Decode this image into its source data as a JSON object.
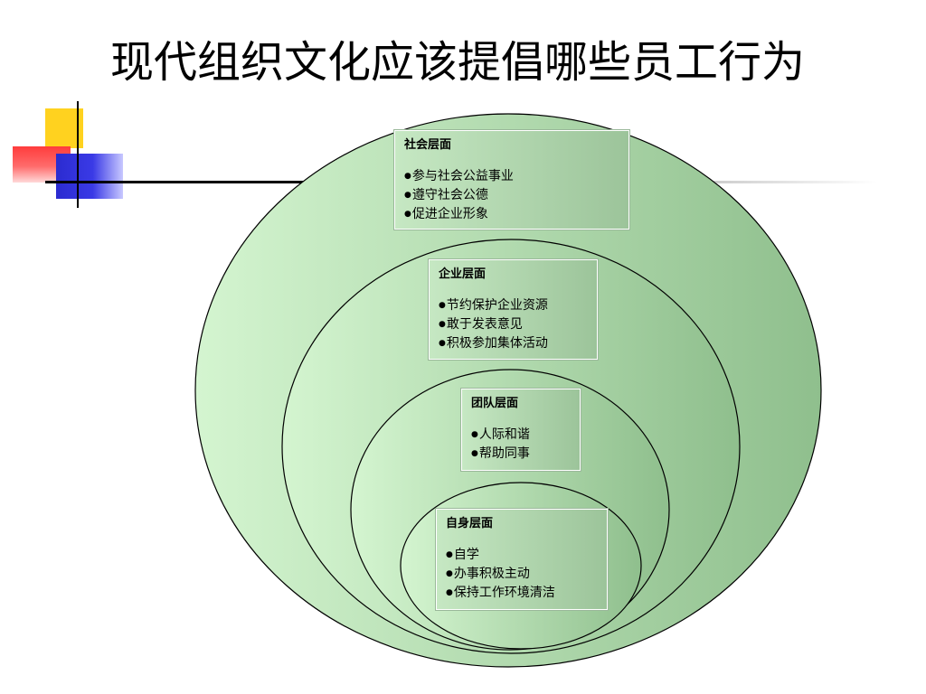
{
  "slide": {
    "title": "现代组织文化应该提倡哪些员工行为"
  },
  "diagram": {
    "layers": [
      {
        "id": "society",
        "heading": "社会层面",
        "items": [
          "参与社会公益事业",
          "遵守社会公德",
          "促进企业形象"
        ]
      },
      {
        "id": "enterprise",
        "heading": "企业层面",
        "items": [
          "节约保护企业资源",
          "敢于发表意见",
          "积极参加集体活动"
        ]
      },
      {
        "id": "team",
        "heading": "团队层面",
        "items": [
          "人际和谐",
          "帮助同事"
        ]
      },
      {
        "id": "self",
        "heading": "自身层面",
        "items": [
          "自学",
          "办事积极主动",
          "保持工作环境清洁"
        ]
      }
    ]
  },
  "colors": {
    "circle_fill_light": "#d4f5d0",
    "circle_fill_dark": "#8fbf8d",
    "box_fill_light": "#c6e8c3",
    "box_fill_dark": "#9cc49a",
    "accent_yellow": "#ffd21f",
    "accent_red": "#ff3c3c",
    "accent_blue": "#2b2bd0"
  },
  "bullet_glyph": "●"
}
